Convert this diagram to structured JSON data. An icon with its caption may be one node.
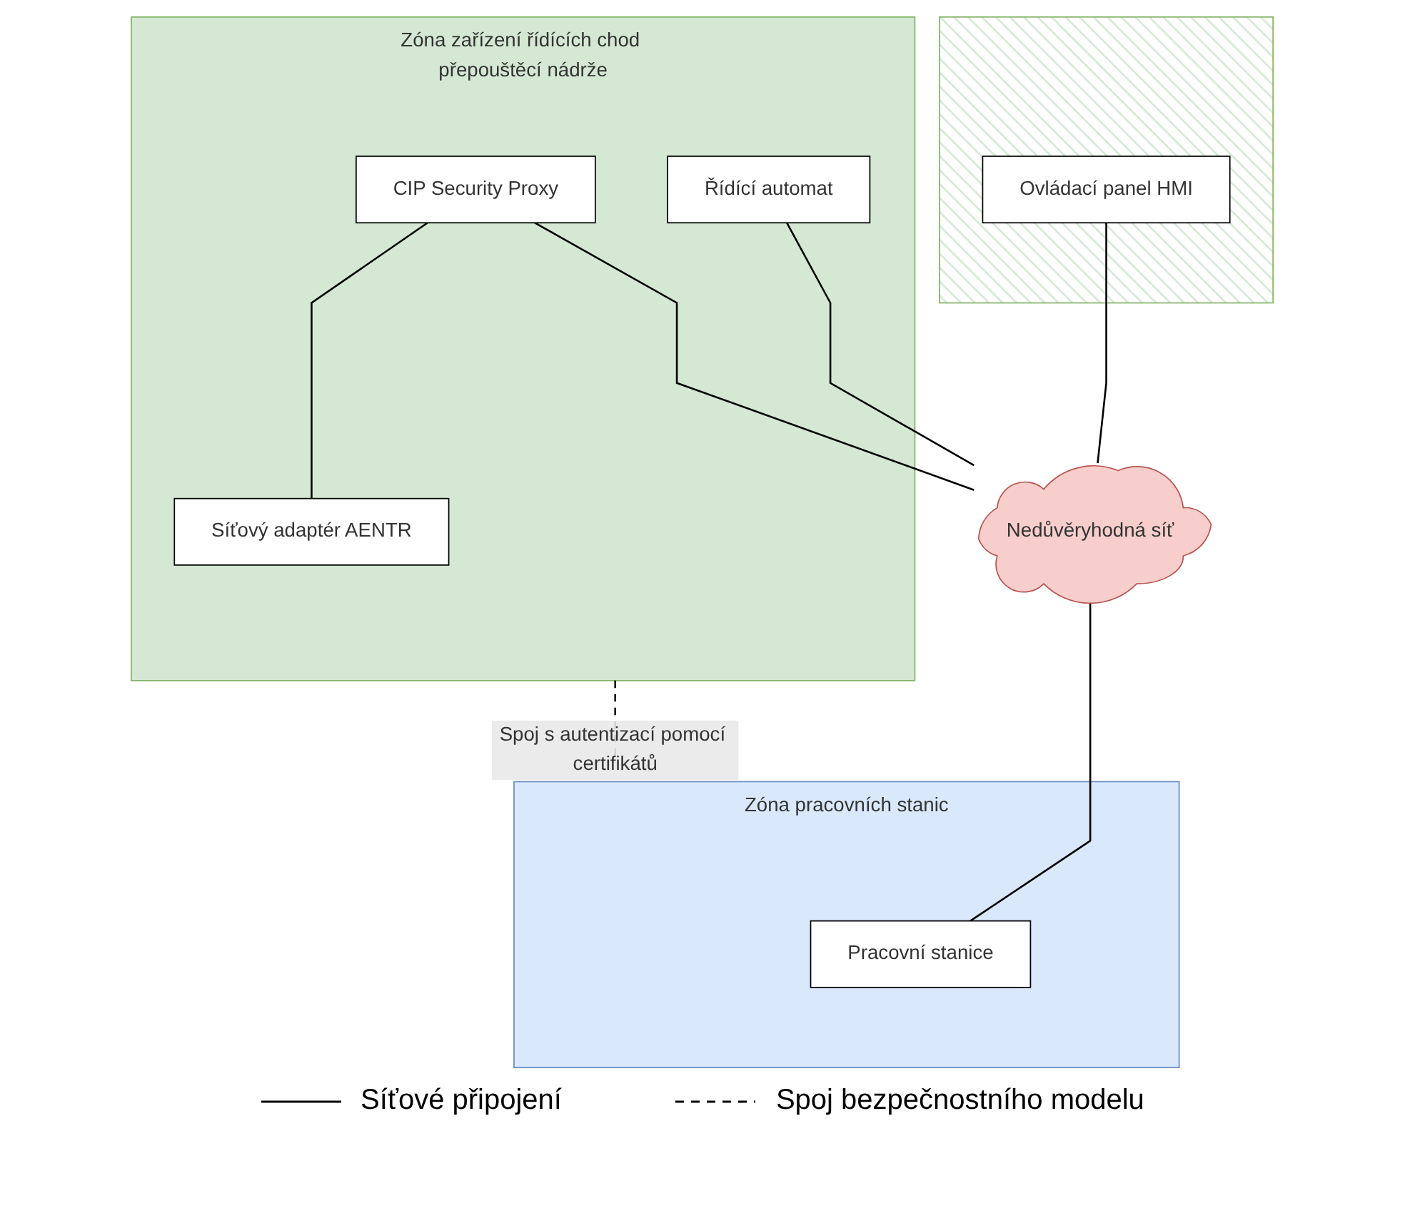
{
  "diagram": {
    "nodes": [
      {
        "text": [
          "Zóna zařízení řídících chod přepouštěcí nádrže"
        ]
      },
      {
        "text": [
          "Řídící automat"
        ],
        "in": 0
      },
      {
        "text": [
          "CIP Security Proxy"
        ],
        "in": 0
      },
      {
        "text": [
          "Síťový adaptér AENTR"
        ],
        "in": 0
      },
      {
        "text": [],
        "shape": "box"
      },
      {
        "text": [
          "Ovládací panel HMI"
        ],
        "in": 4
      },
      {
        "text": [
          "Nedůvěryhodná síť"
        ]
      },
      {
        "text": [
          "Zóna pracovních stanic"
        ]
      },
      {
        "text": [
          "Pracovní stanice"
        ],
        "in": 7
      }
    ],
    "edges": [
      {
        "from": 2,
        "to": 3,
        "arrow": "none"
      },
      {
        "from": 1,
        "to": 6,
        "arrow": "none"
      },
      {
        "from": 2,
        "to": 6,
        "arrow": "none"
      },
      {
        "from": 5,
        "to": 6,
        "arrow": "none"
      },
      {
        "from": 6,
        "to": 8,
        "arrow": "none"
      },
      {
        "from": 0,
        "to": 7,
        "arrow": "none",
        "style": "dashed",
        "label": "Spoj s autentizací pomocí certifikátů"
      }
    ],
    "legend": [
      {
        "text": "Síťové připojení"
      },
      {
        "text": "Spoj bezpečnostního modelu"
      }
    ]
  }
}
